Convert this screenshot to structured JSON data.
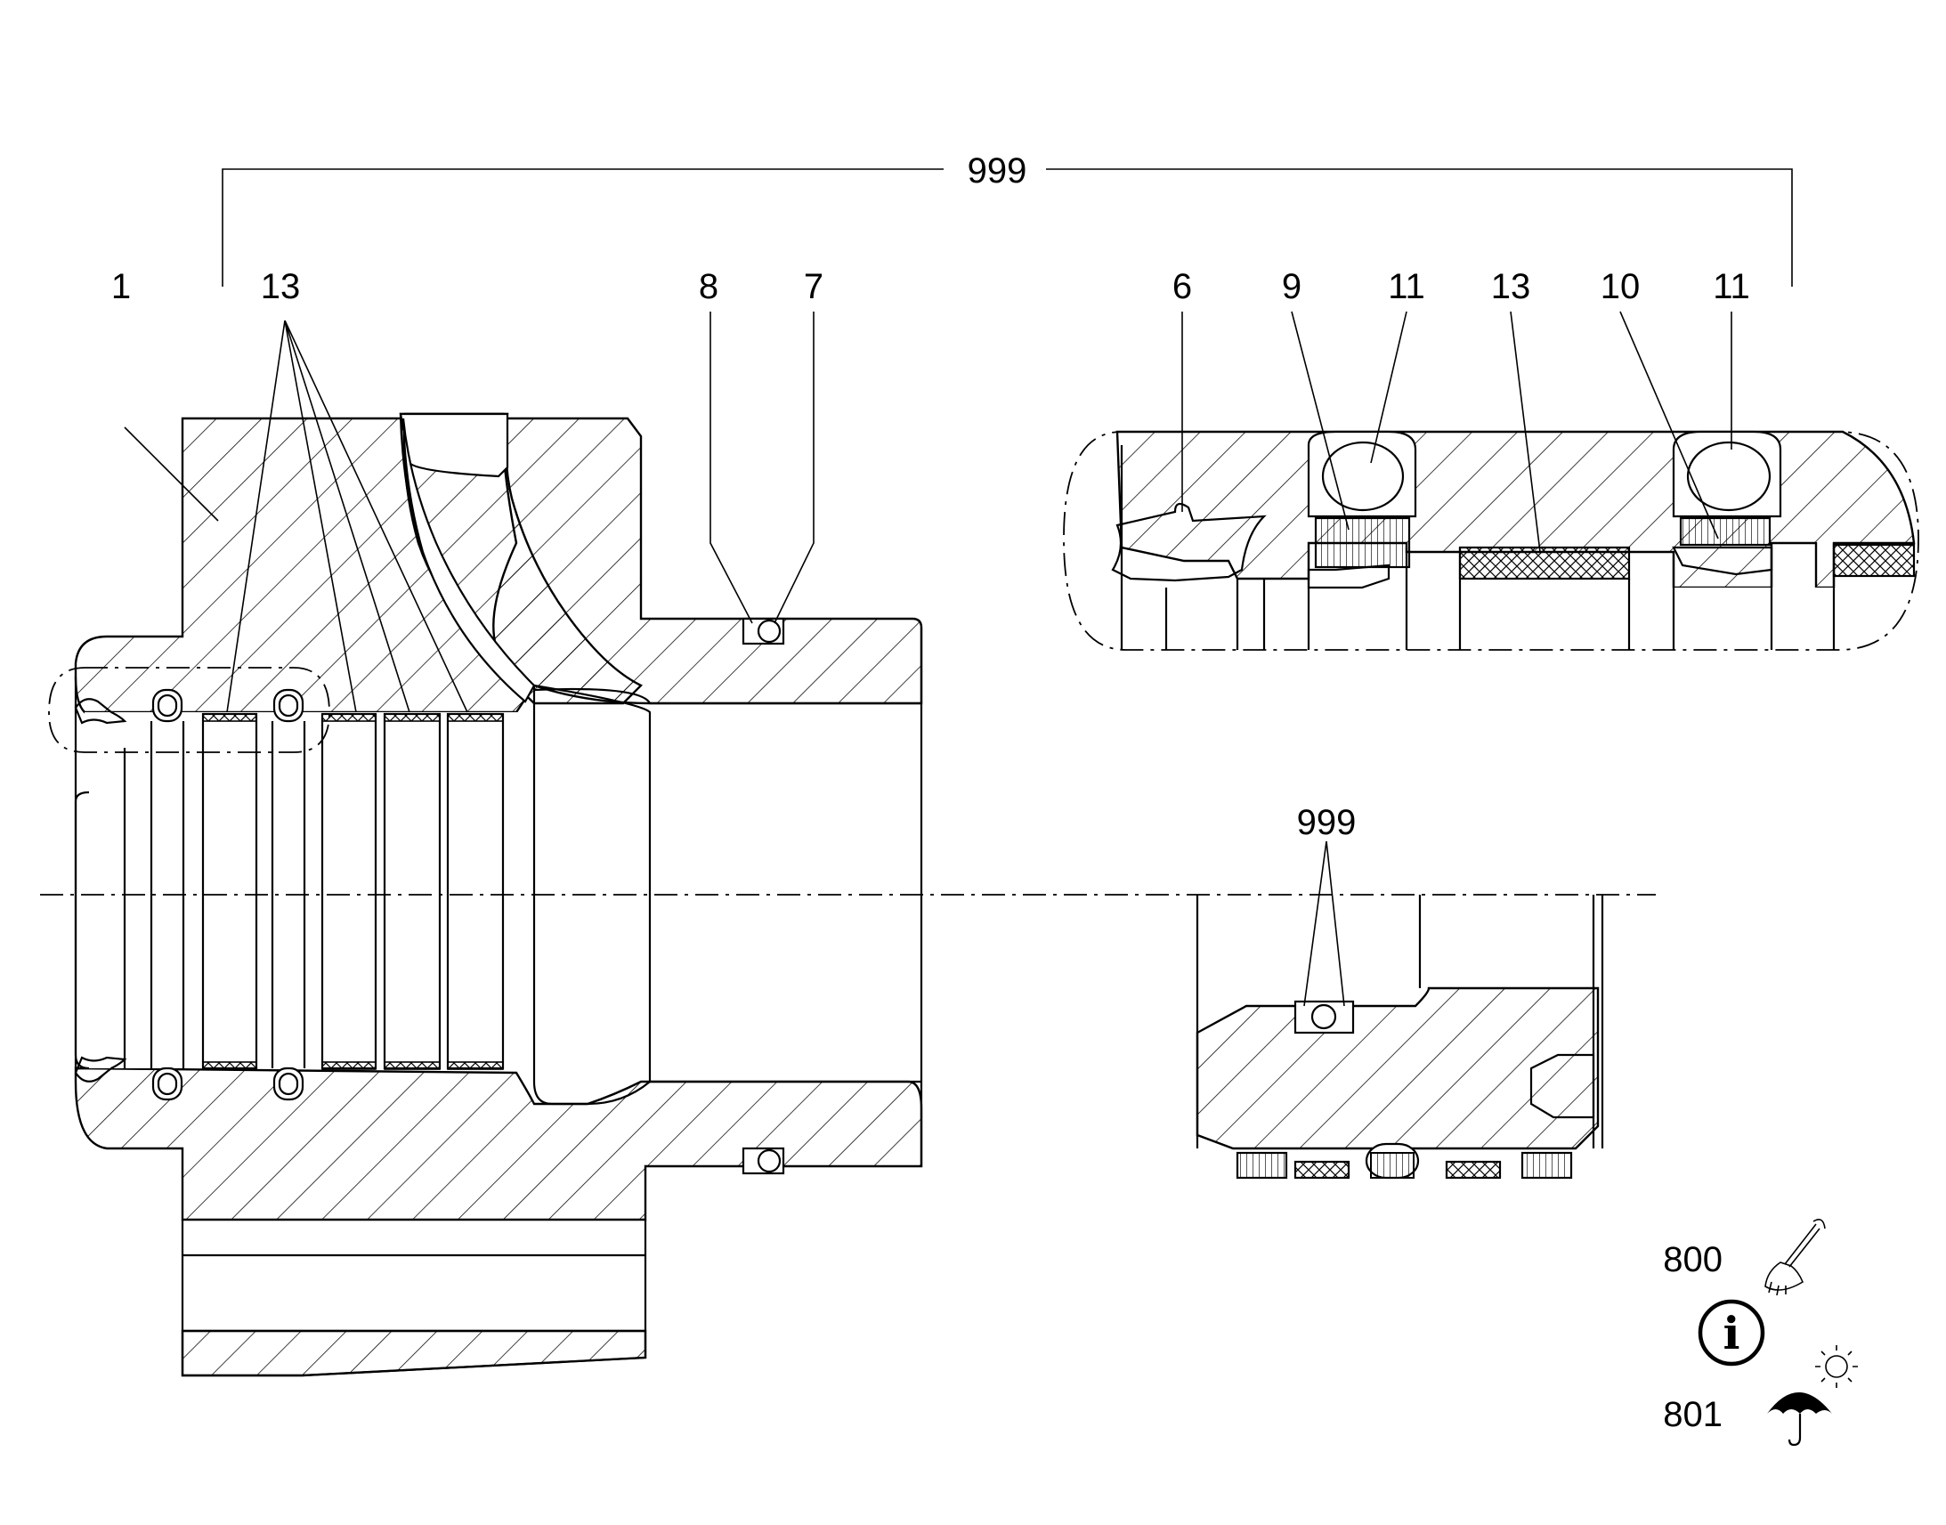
{
  "drawing": {
    "callouts": {
      "assembly_top": "999",
      "body": "1",
      "bands_left": "13",
      "port_oring": "8",
      "port_ring": "7",
      "lip_seal": "6",
      "backup_ring_a": "9",
      "oring_a": "11",
      "band_detail": "13",
      "backup_ring_b": "10",
      "oring_b": "11",
      "assembly_detail": "999",
      "grease": "800",
      "storage": "801"
    },
    "icons": [
      "brush-icon",
      "info-icon",
      "umbrella-icon",
      "sun-icon"
    ],
    "info_glyph": "i"
  }
}
